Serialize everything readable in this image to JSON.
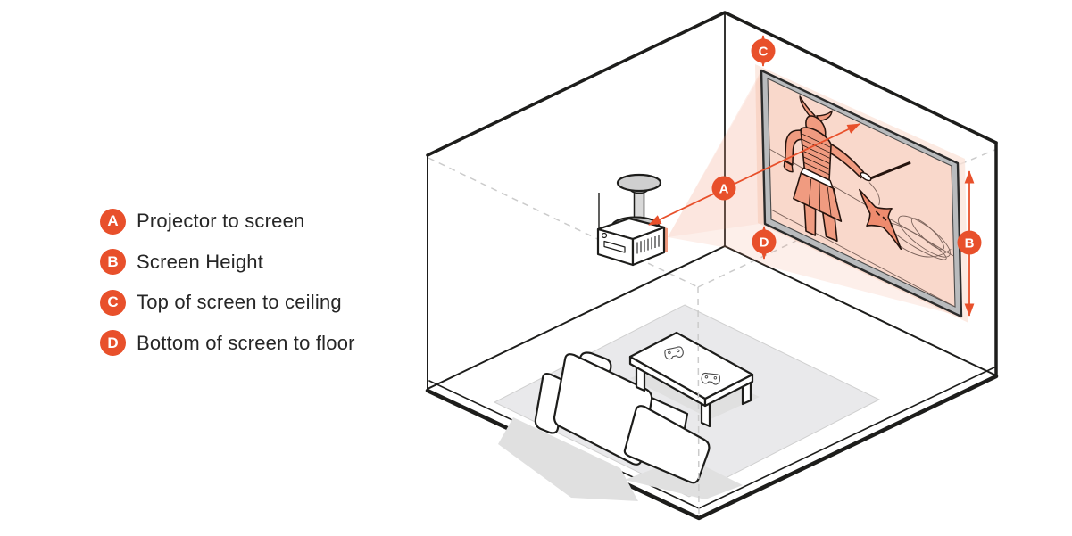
{
  "legend": {
    "items": [
      {
        "letter": "A",
        "label": "Projector to screen"
      },
      {
        "letter": "B",
        "label": "Screen Height"
      },
      {
        "letter": "C",
        "label": "Top of screen to ceiling"
      },
      {
        "letter": "D",
        "label": "Bottom of screen to floor"
      }
    ]
  },
  "diagram": {
    "type": "isometric-room-projector-setup",
    "scene_objects": [
      "room corner",
      "ceiling-mounted projector",
      "projection screen with samurai artwork",
      "light beam",
      "couch",
      "coffee table",
      "two game controllers",
      "rug"
    ],
    "colors": {
      "accent_orange": "#E8502B",
      "screen_pink": "#F9D8CB",
      "artwork_salmon": "#F09B80",
      "frame_gray": "#B9BBBD",
      "outline_dark": "#1d1d1b",
      "rug_gray": "#E9E9EB",
      "dashed_gray": "#cbcbcb"
    }
  }
}
